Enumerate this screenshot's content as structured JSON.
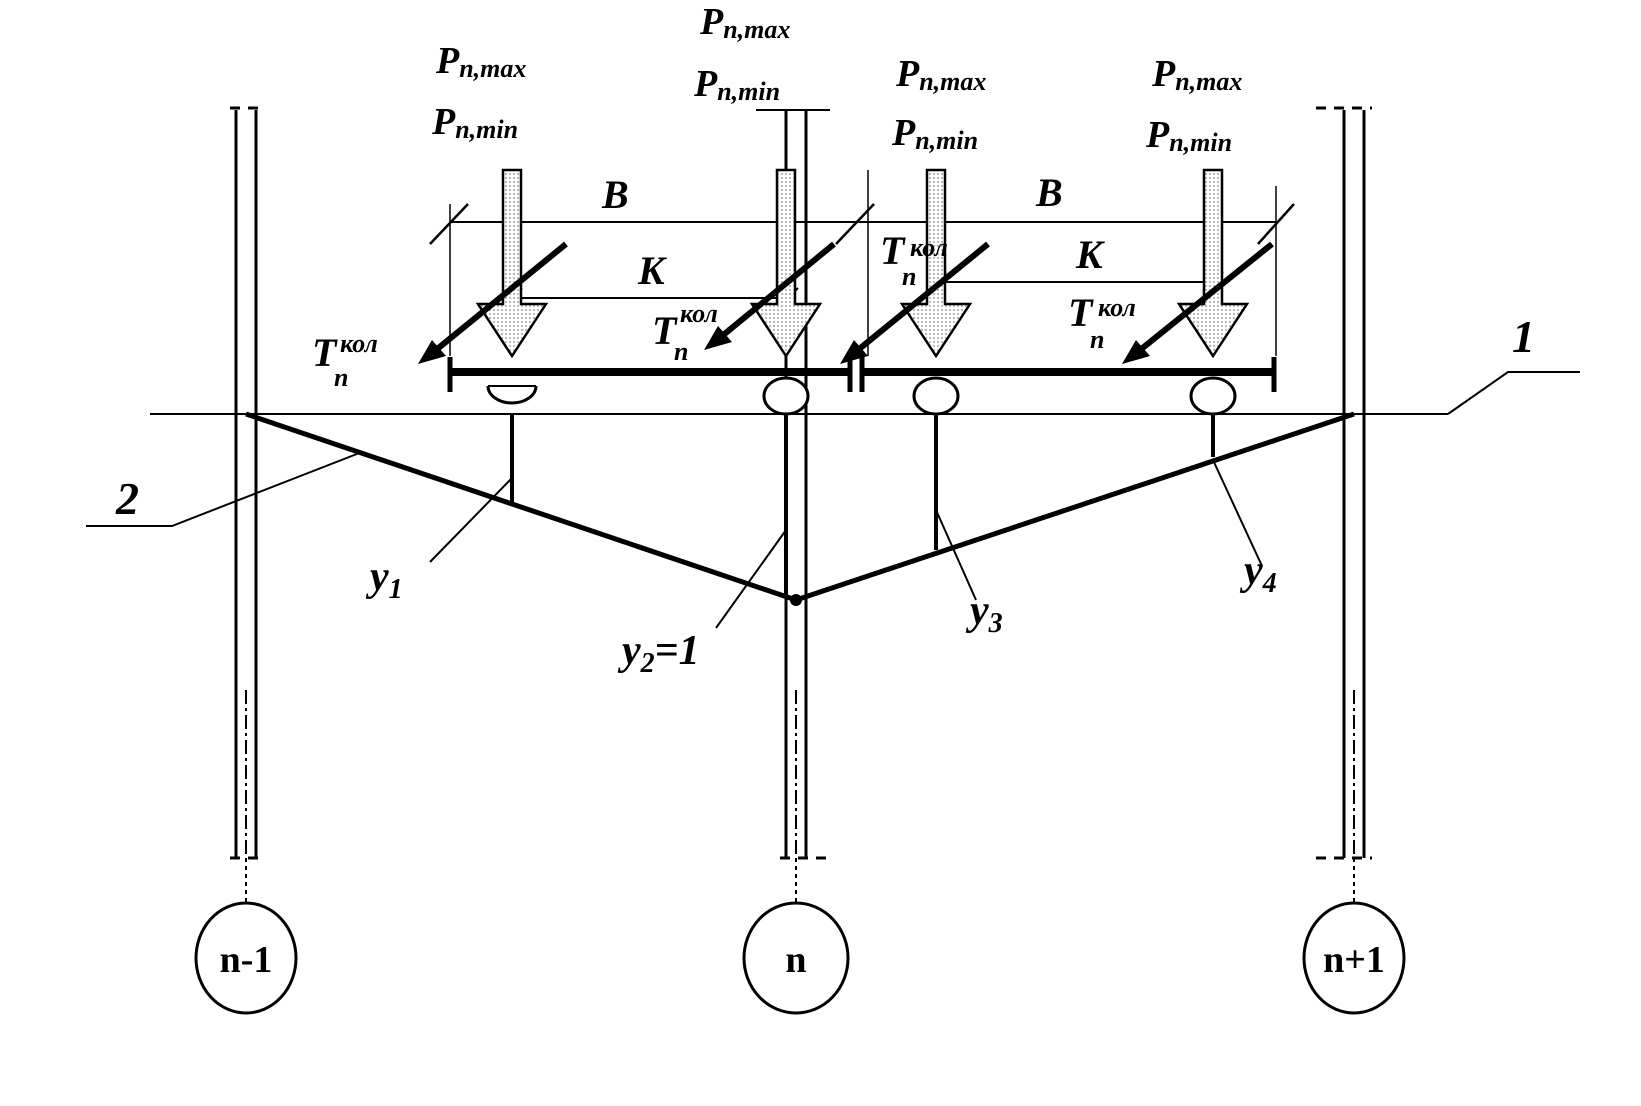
{
  "loads": [
    {
      "max": "P",
      "max_sub": "n,max",
      "min": "P",
      "min_sub": "n,min"
    },
    {
      "max": "P",
      "max_sub": "n,max",
      "min": "P",
      "min_sub": "n,min"
    },
    {
      "max": "P",
      "max_sub": "n,max",
      "min": "P",
      "min_sub": "n,min"
    },
    {
      "max": "P",
      "max_sub": "n,max",
      "min": "P",
      "min_sub": "n,min"
    }
  ],
  "brakes": [
    {
      "main": "T",
      "sub": "n",
      "sup": "кол"
    },
    {
      "main": "T",
      "sub": "n",
      "sup": "кол"
    },
    {
      "main": "T",
      "sub": "n",
      "sup": "кол"
    },
    {
      "main": "T",
      "sub": "n",
      "sup": "кол"
    }
  ],
  "dims": {
    "b1": "B",
    "b2": "B",
    "k1": "K",
    "k2": "K"
  },
  "ordinates": {
    "y1": {
      "main": "y",
      "sub": "1",
      "suffix": ""
    },
    "y2": {
      "main": "y",
      "sub": "2",
      "suffix": "=1"
    },
    "y3": {
      "main": "y",
      "sub": "3",
      "suffix": ""
    },
    "y4": {
      "main": "y",
      "sub": "4",
      "suffix": ""
    }
  },
  "callouts": {
    "one": "1",
    "two": "2"
  },
  "axes": [
    "n-1",
    "n",
    "n+1"
  ]
}
